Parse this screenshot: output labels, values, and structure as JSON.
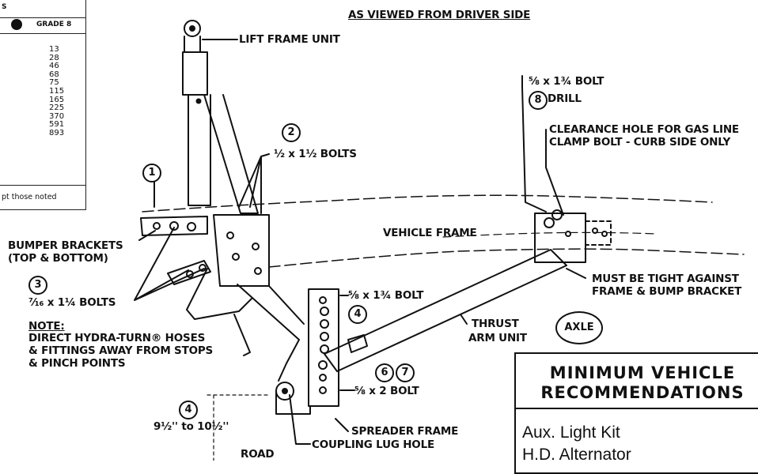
{
  "header": {
    "view_note": "AS VIEWED FROM DRIVER SIDE"
  },
  "torque_table": {
    "header_left": "S",
    "header_right": "GRADE 8",
    "values": [
      "13",
      "28",
      "46",
      "68",
      "75",
      "115",
      "165",
      "225",
      "370",
      "591",
      "893"
    ],
    "footnote": "pt those noted"
  },
  "callouts": {
    "lift_frame_unit": "LIFT FRAME UNIT",
    "half_x_1_5_bolts": "½ x 1½ BOLTS",
    "bumper_brackets_line1": "BUMPER BRACKETS",
    "bumper_brackets_line2": "(TOP & BOTTOM)",
    "seven_sixteenths_bolts": "⁷⁄₁₆ x 1¼ BOLTS",
    "note_title": "NOTE:",
    "note_line1": "DIRECT HYDRA-TURN® HOSES",
    "note_line2": "& FITTINGS AWAY FROM STOPS",
    "note_line3": "& PINCH POINTS",
    "vehicle_frame": "VEHICLE FRAME",
    "five_eighths_1_75_bolt_upper": "⅝ x 1¾ BOLT",
    "drill": "DRILL",
    "clearance_line1": "CLEARANCE HOLE FOR GAS LINE",
    "clearance_line2": "CLAMP BOLT - CURB SIDE ONLY",
    "five_eighths_1_75_bolt_lower": "⅝ x 1¾ BOLT",
    "thrust_arm_line1": "THRUST",
    "thrust_arm_line2": "ARM UNIT",
    "axle": "AXLE",
    "must_be_tight_line1": "MUST BE TIGHT AGAINST",
    "must_be_tight_line2": "FRAME & BUMP BRACKET",
    "five_eighths_2_bolt": "⅝ x 2 BOLT",
    "height_range": "9½'' to 10½''",
    "spreader_frame": "SPREADER FRAME",
    "coupling_lug_hole": "COUPLING LUG HOLE",
    "road": "ROAD"
  },
  "circled_numbers": {
    "n1": "1",
    "n2": "2",
    "n3": "3",
    "n4a": "4",
    "n4b": "4",
    "n6": "6",
    "n7": "7",
    "n8": "8"
  },
  "recommendations": {
    "title_line1": "MINIMUM VEHICLE",
    "title_line2": "RECOMMENDATIONS",
    "items": [
      "Aux. Light Kit",
      "H.D. Alternator"
    ]
  }
}
